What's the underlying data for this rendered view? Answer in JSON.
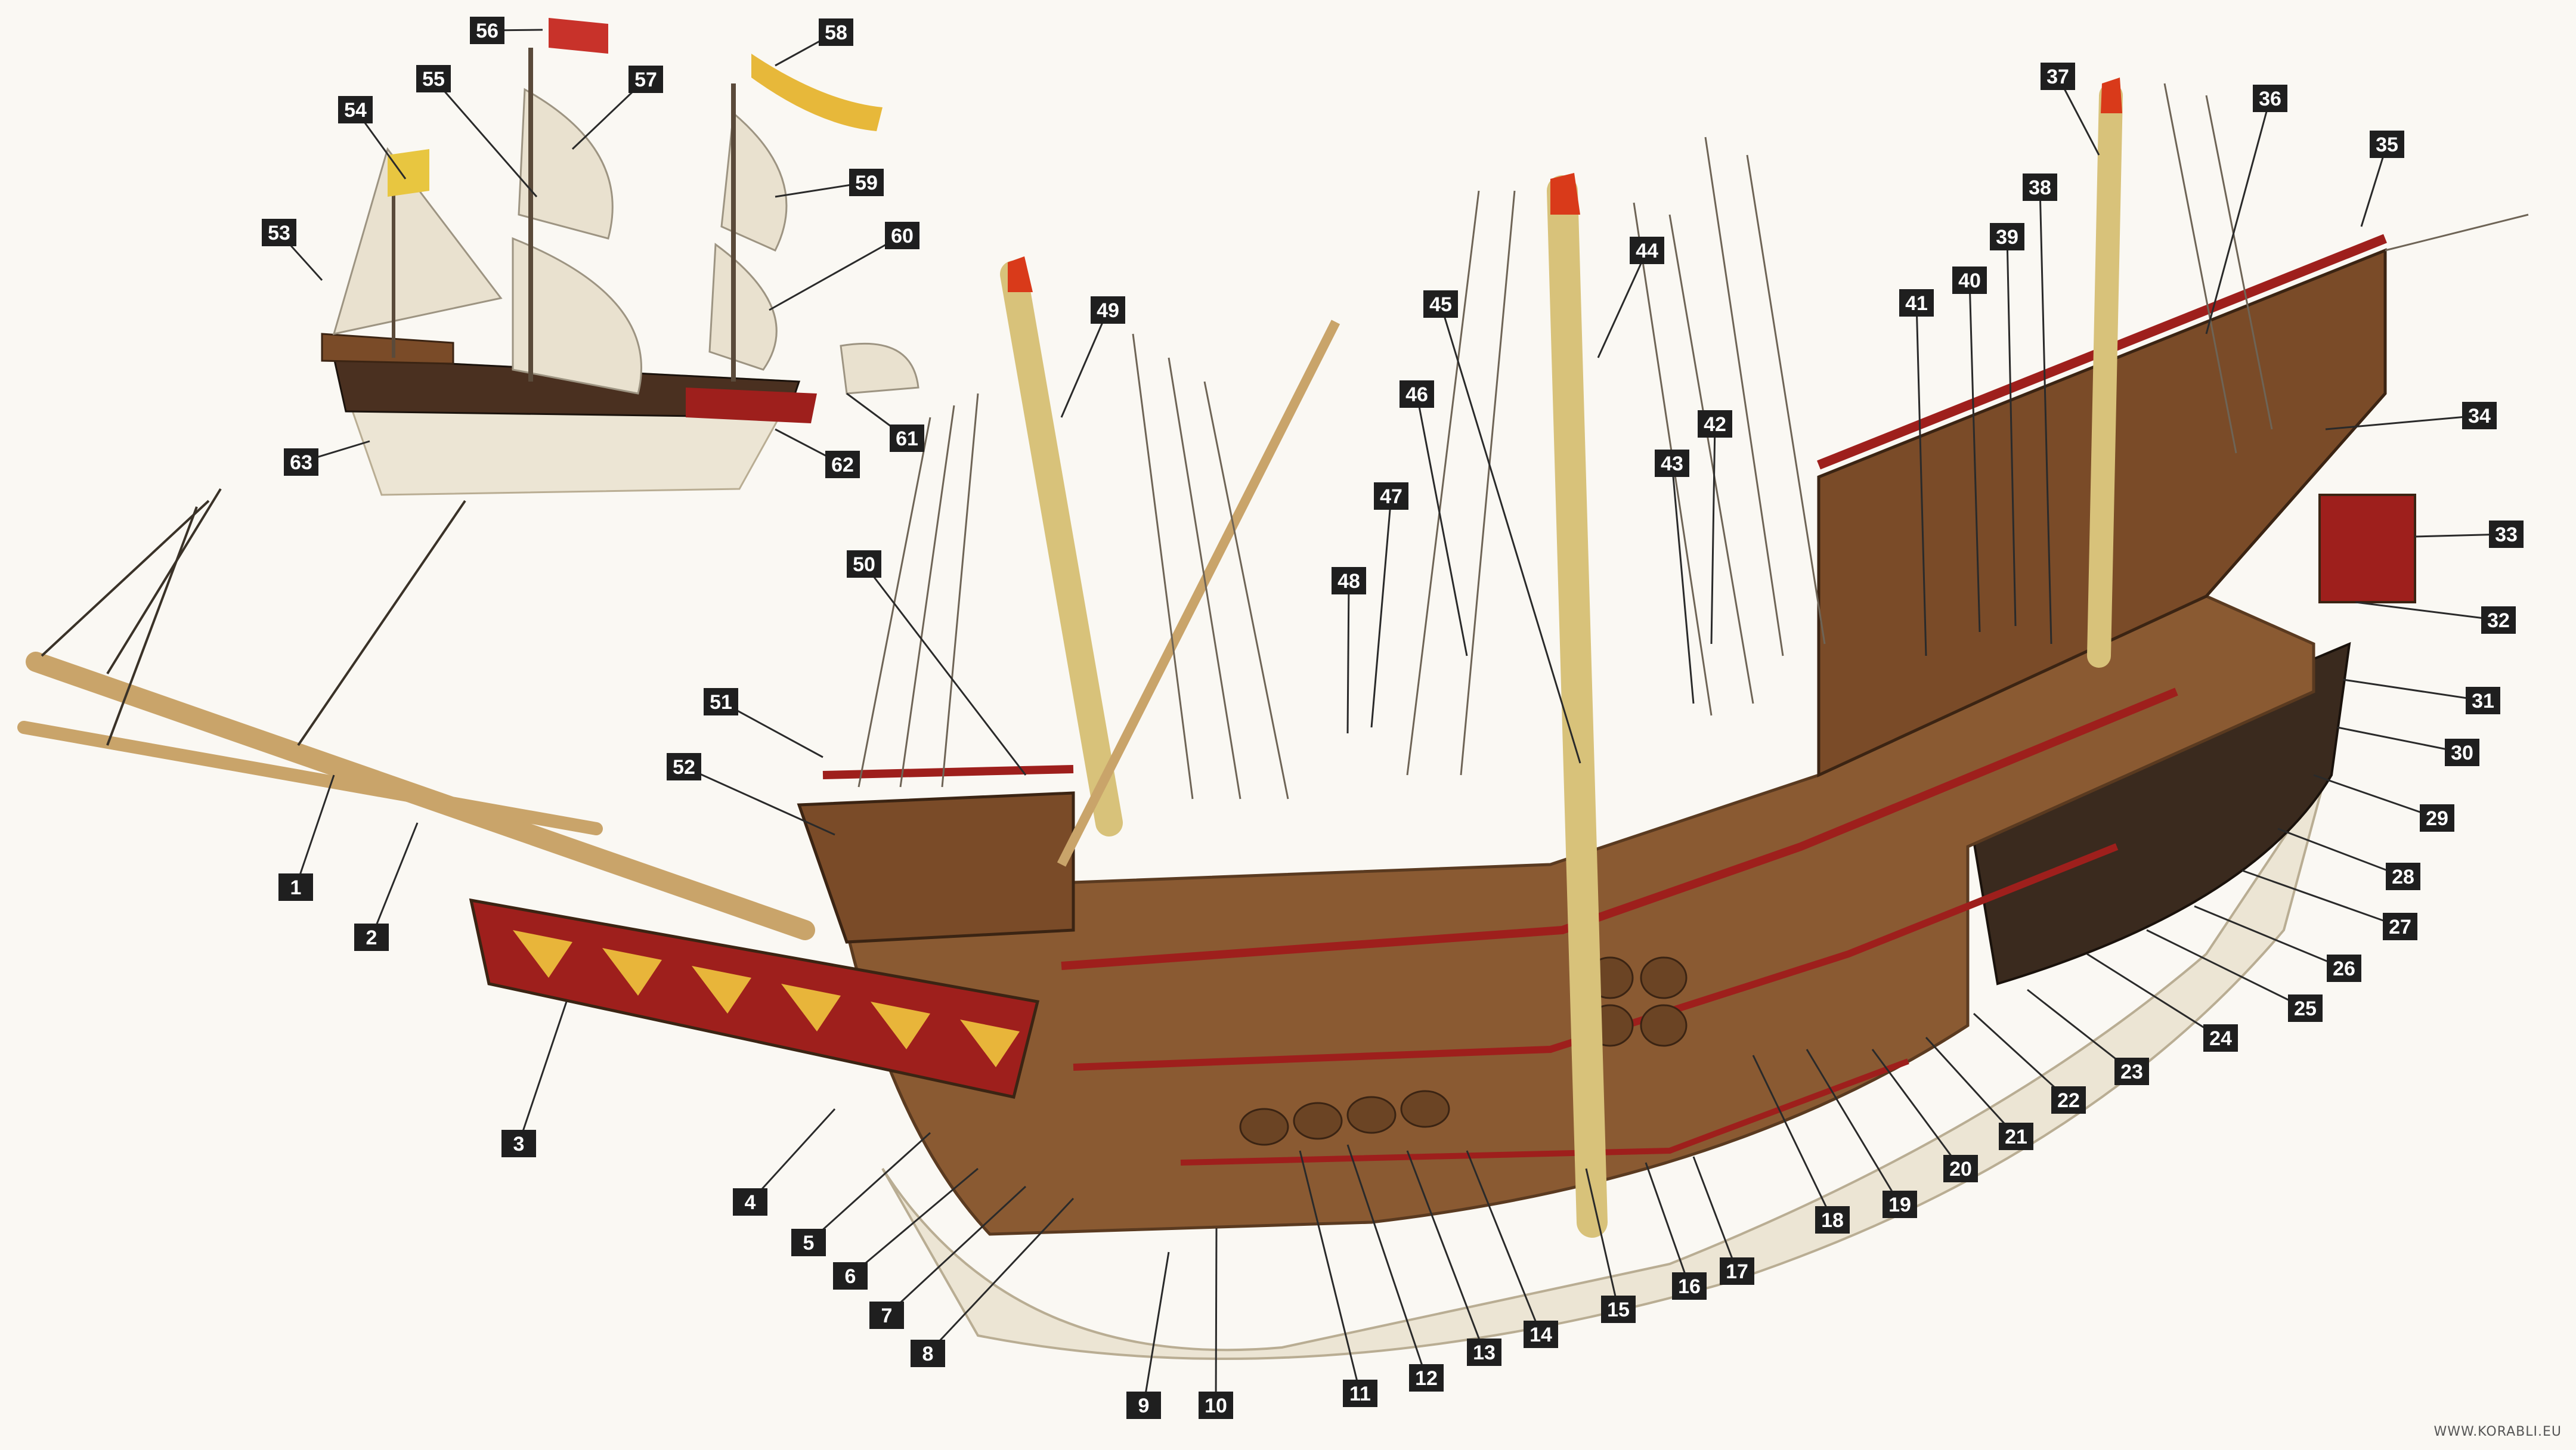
{
  "diagram": {
    "callouts": [
      "1",
      "2",
      "3",
      "4",
      "5",
      "6",
      "7",
      "8",
      "9",
      "10",
      "11",
      "12",
      "13",
      "14",
      "15",
      "16",
      "17",
      "18",
      "19",
      "20",
      "21",
      "22",
      "23",
      "24",
      "25",
      "26",
      "27",
      "28",
      "29",
      "30",
      "31",
      "32",
      "33",
      "34",
      "35",
      "36",
      "37",
      "38",
      "39",
      "40",
      "41",
      "42",
      "43",
      "44",
      "45",
      "46",
      "47",
      "48",
      "49",
      "50",
      "51",
      "52",
      "53",
      "54",
      "55",
      "56",
      "57",
      "58",
      "59",
      "60",
      "61",
      "62",
      "63"
    ],
    "watermark": "WWW.KORABLI.EU"
  },
  "colors": {
    "badge_fill": "#1f1f1f",
    "badge_text": "#ffffff",
    "leader_line": "#2a2a2a",
    "hull_dark": "#3a2a1e",
    "hull_wood": "#8a5a32",
    "hull_red": "#9e1f1c",
    "mast": "#d8c27a",
    "sail": "#e9e1cf",
    "keel_light": "#ece5d4",
    "stripe_yellow": "#e8b53a"
  }
}
